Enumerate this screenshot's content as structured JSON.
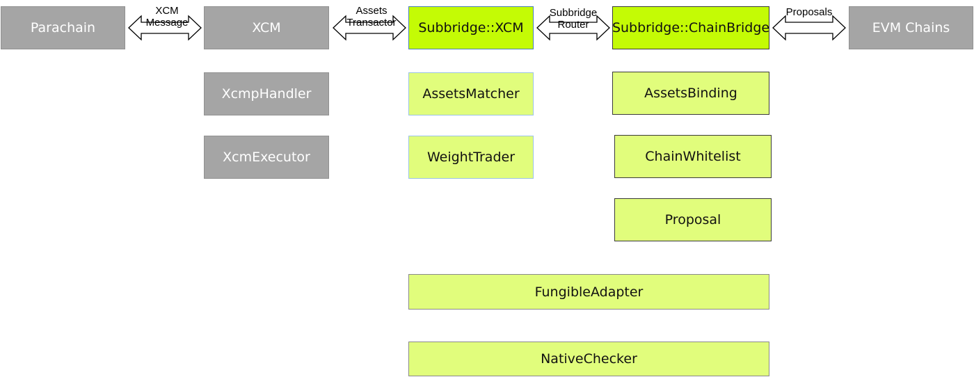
{
  "nodes": {
    "parachain": "Parachain",
    "xcm": "XCM",
    "subbridge_xcm": "Subbridge::XCM",
    "subbridge_chainbridge": "Subbridge::ChainBridge",
    "evm_chains": "EVM Chains",
    "xcmp_handler": "XcmpHandler",
    "xcm_executor": "XcmExecutor",
    "assets_matcher": "AssetsMatcher",
    "weight_trader": "WeightTrader",
    "assets_binding": "AssetsBinding",
    "chain_whitelist": "ChainWhitelist",
    "proposal": "Proposal",
    "fungible_adapter": "FungibleAdapter",
    "native_checker": "NativeChecker"
  },
  "edges": {
    "xcm_message": [
      "XCM",
      "Message"
    ],
    "assets_transactor": [
      "Assets",
      "Transactor"
    ],
    "subbridge_router": [
      "Subbridge",
      "Router"
    ],
    "proposals": [
      "Proposals"
    ]
  },
  "colors": {
    "gray_box": "#a5a5a5",
    "bright_green": "#c4fb05",
    "light_green": "#e1fd7c"
  }
}
